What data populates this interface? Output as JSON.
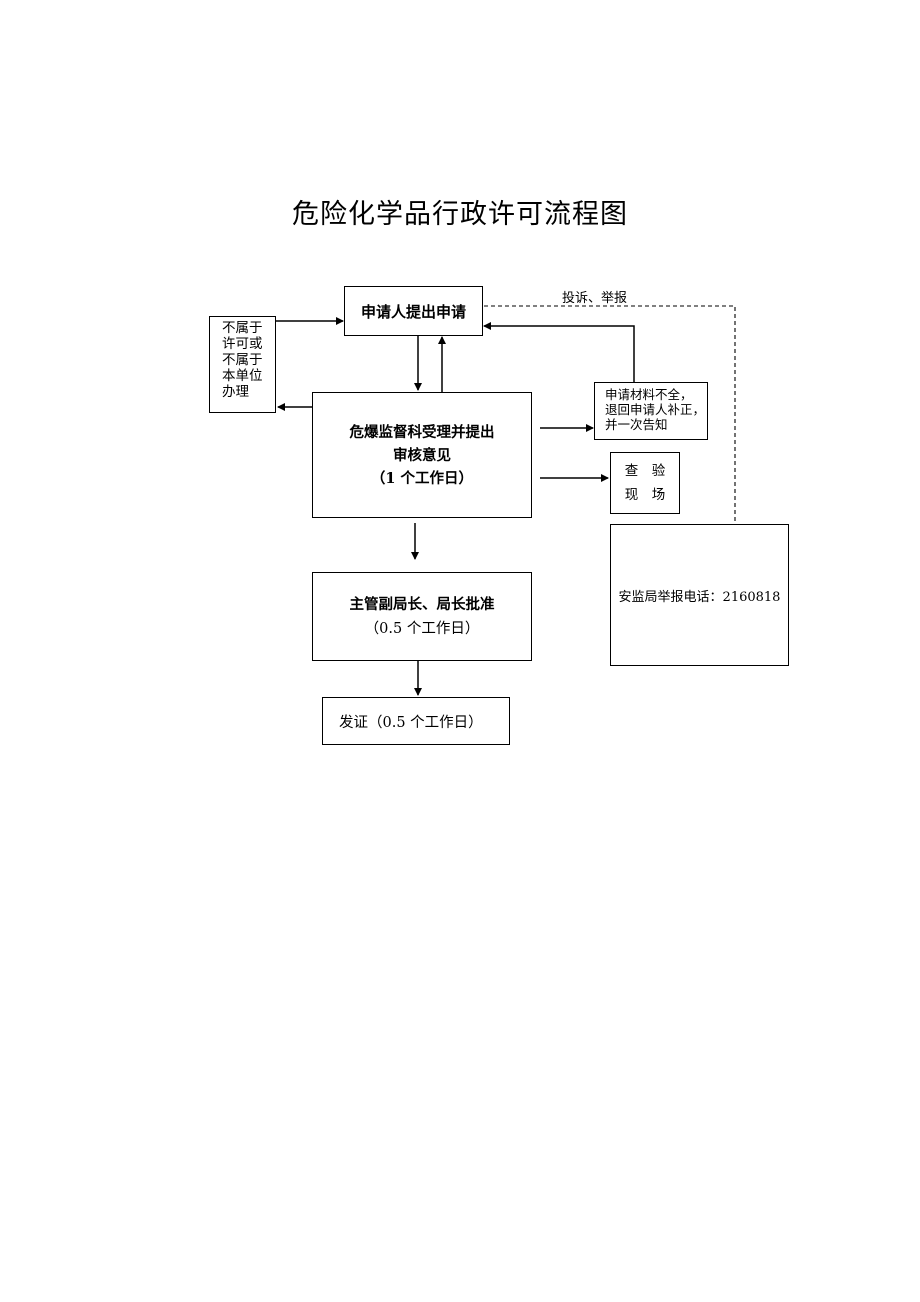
{
  "title": "危险化学品行政许可流程图",
  "nodes": {
    "applicant": "申请人提出申请",
    "not_applicable": [
      "不属于",
      "许可或",
      "不属于",
      "本单位",
      "办理"
    ],
    "review": [
      "危爆监督科受理并提出",
      "审核意见",
      "（1 个工作日）"
    ],
    "incomplete": [
      "申请材料不全，",
      "退回申请人补正，",
      "并一次告知"
    ],
    "inspect": [
      "查　验",
      "现　场"
    ],
    "approve": [
      "主管副局长、局长批准",
      "（0.5 个工作日）"
    ],
    "issue": "发证（0.5 个工作日）",
    "hotline": "安监局举报电话：2160818"
  },
  "edges": {
    "complaint_label": "投诉、举报"
  }
}
